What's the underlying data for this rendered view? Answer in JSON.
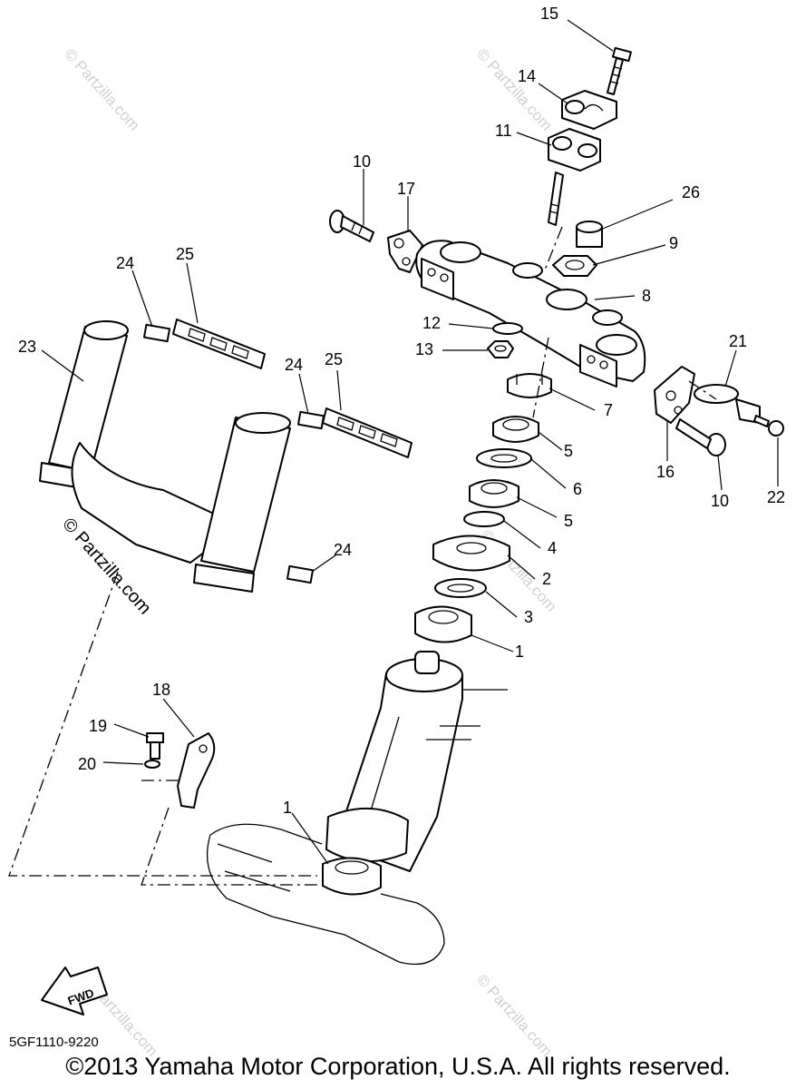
{
  "diagram": {
    "drawing_code": "5GF1110-9220",
    "copyright": "©2013 Yamaha Motor Corporation, U.S.A. All rights reserved.",
    "watermark_text": "© Partzilla.com",
    "fwd_label": "FWD",
    "callouts": [
      "1",
      "1",
      "2",
      "3",
      "4",
      "5",
      "5",
      "6",
      "7",
      "8",
      "9",
      "10",
      "10",
      "11",
      "12",
      "13",
      "14",
      "15",
      "16",
      "17",
      "18",
      "19",
      "20",
      "21",
      "22",
      "23",
      "24",
      "24",
      "24",
      "25",
      "25",
      "26"
    ]
  }
}
